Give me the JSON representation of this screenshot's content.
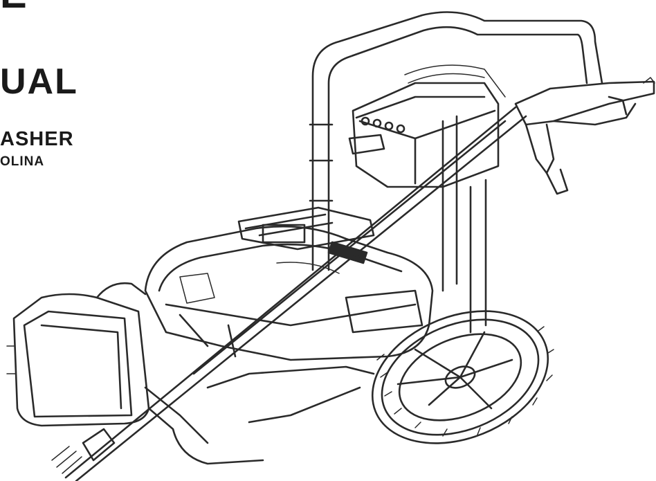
{
  "cover": {
    "title_fragment_top": "E",
    "title_fragment": "UAL",
    "subtitle_fragment_en": "ASHER",
    "subtitle_fragment_es": "OLINA"
  },
  "illustration": {
    "subject": "pressure-washer",
    "line_color": "#2a2a2a",
    "background": "#ffffff"
  }
}
